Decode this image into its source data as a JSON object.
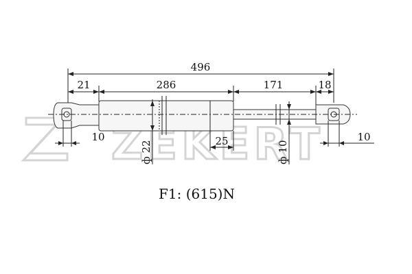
{
  "watermark": {
    "brand": "ZEKERT",
    "color": "#d4d4d4"
  },
  "dimensions": {
    "overall_length": "496",
    "left_end": "21",
    "cylinder_length": "286",
    "rod_length": "171",
    "right_end": "18",
    "left_eye_offset": "10",
    "cylinder_step": "25",
    "right_eye_offset": "10",
    "cylinder_diameter": "ф 22",
    "rod_diameter": "ф 10"
  },
  "spec": {
    "force_label": "F1:  (615)N"
  },
  "colors": {
    "line": "#222222",
    "part_fill": "#f6f6f6"
  }
}
